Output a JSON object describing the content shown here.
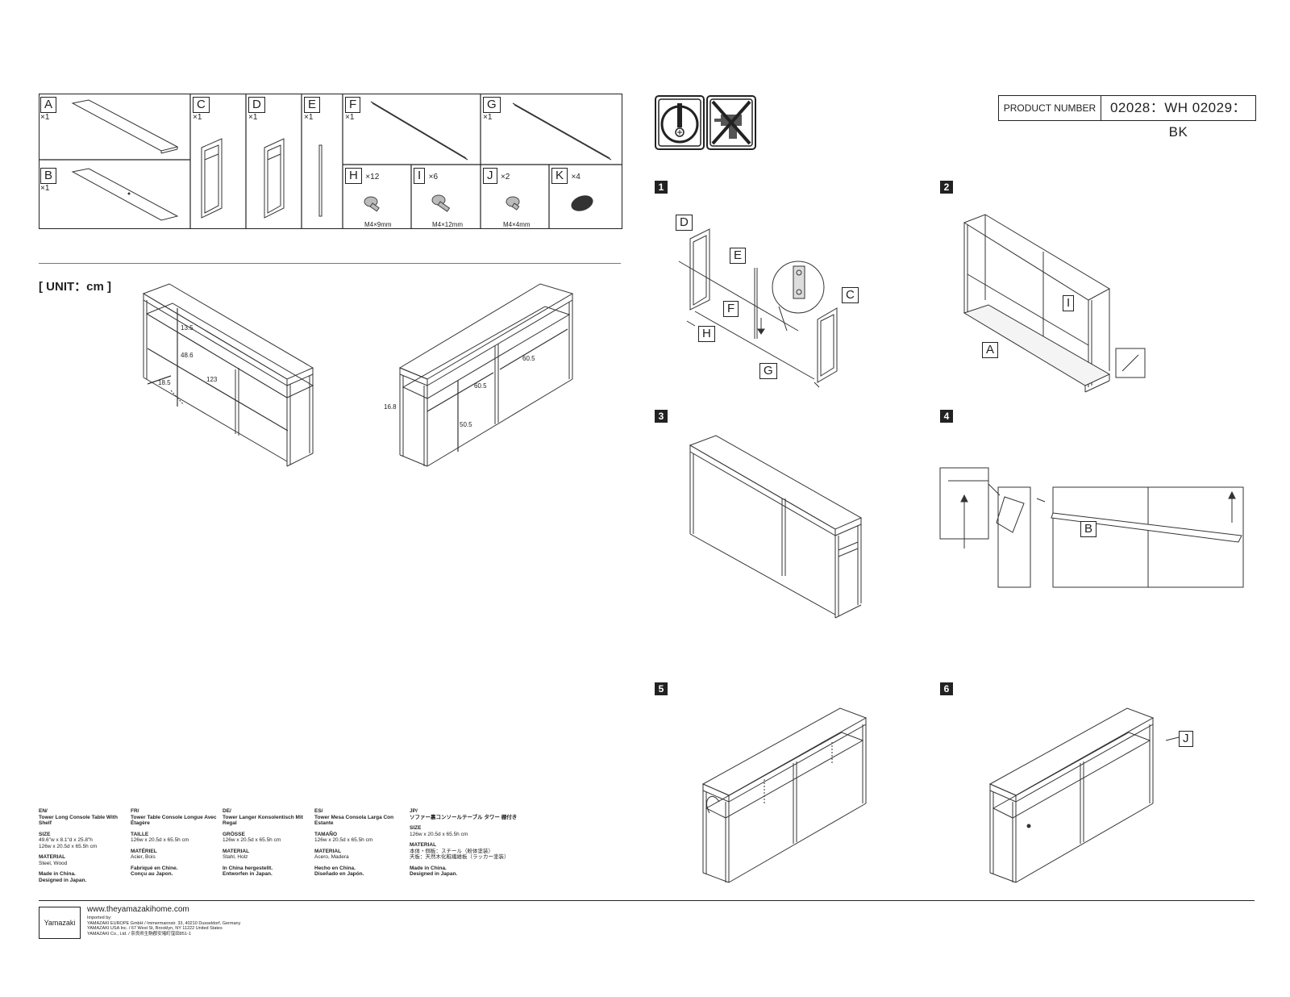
{
  "parts": [
    {
      "letter": "A",
      "qty": "×1"
    },
    {
      "letter": "B",
      "qty": "×1"
    },
    {
      "letter": "C",
      "qty": "×1"
    },
    {
      "letter": "D",
      "qty": "×1"
    },
    {
      "letter": "E",
      "qty": "×1"
    },
    {
      "letter": "F",
      "qty": "×1"
    },
    {
      "letter": "G",
      "qty": "×1"
    },
    {
      "letter": "H",
      "qty": "×12",
      "size": "M4×9mm"
    },
    {
      "letter": "I",
      "qty": "×6",
      "size": "M4×12mm"
    },
    {
      "letter": "J",
      "qty": "×2",
      "size": "M4×4mm"
    },
    {
      "letter": "K",
      "qty": "×4"
    }
  ],
  "product": {
    "label": "PRODUCT NUMBER",
    "value": "02028：WH 02029：BK"
  },
  "unit_label": "[ UNIT：cm ]",
  "dims": {
    "d1": "13.5",
    "d2": "48.6",
    "d3": "123",
    "d4": "18.5",
    "d5": "60.5",
    "d6": "60.5",
    "d7": "16.8",
    "d8": "50.5"
  },
  "steps": [
    "1",
    "2",
    "3",
    "4",
    "5",
    "6"
  ],
  "step_labels": {
    "s1": [
      "D",
      "E",
      "F",
      "C",
      "H",
      "G"
    ],
    "s2": [
      "I",
      "A"
    ],
    "s4": [
      "B"
    ],
    "s6": [
      "J"
    ]
  },
  "langs": [
    {
      "code": "EN/",
      "name": "Tower Long Console Table With Shelf",
      "size_h": "SIZE",
      "size": "49.6\"w x 8.1\"d x 25.8\"h\n126w x 20.5d x 65.5h cm",
      "mat_h": "MATERIAL",
      "mat": "Steel, Wood",
      "origin": "Made in China.\nDesigned in Japan."
    },
    {
      "code": "FR/",
      "name": "Tower Table Console Longue Avec Étagère",
      "size_h": "TAILLE",
      "size": "126w x 20.5d x 65.5h cm",
      "mat_h": "MATÉRIEL",
      "mat": "Acier, Bois",
      "origin": "Fabriqué en Chine.\nConçu au Japon."
    },
    {
      "code": "DE/",
      "name": "Tower Langer Konsolentisch Mit Regal",
      "size_h": "GRÖSSE",
      "size": "126w x 20.5d x 65.5h cm",
      "mat_h": "MATERIAL",
      "mat": "Stahl, Holz",
      "origin": "In China hergestellt.\nEntworfen in Japan."
    },
    {
      "code": "ES/",
      "name": "Tower Mesa Consola Larga Con Estante",
      "size_h": "TAMAÑO",
      "size": "126w x 20.5d x 65.5h cm",
      "mat_h": "MATERIAL",
      "mat": "Acero, Madera",
      "origin": "Hecho en China.\nDiseñado en Japón."
    },
    {
      "code": "JP/",
      "name": "ソファー裏コンソールテーブル タワー 棚付き",
      "size_h": "SIZE",
      "size": "126w x 20.5d x 65.5h cm",
      "mat_h": "MATERIAL",
      "mat": "本体・側板：スチール（粉体塗装）\n天板：天然木化粧繊維板（ラッカー塗装）",
      "origin": "Made in China.\nDesigned in Japan."
    }
  ],
  "footer": {
    "brand": "Yamazaki",
    "url": "www.theyamazakihome.com",
    "imported": "Imported by:",
    "l1": "YAMAZAKI EUROPE GmbH / Immermannstr. 33, 40210 Dusseldorf, Germany",
    "l2": "YAMAZAKI USA Inc. /  67 West St, Brooklyn, NY 11222 United States",
    "l3": "YAMAZAKI Co., Ltd. /  奈良県生駒郡安堵町窪田851-1"
  }
}
